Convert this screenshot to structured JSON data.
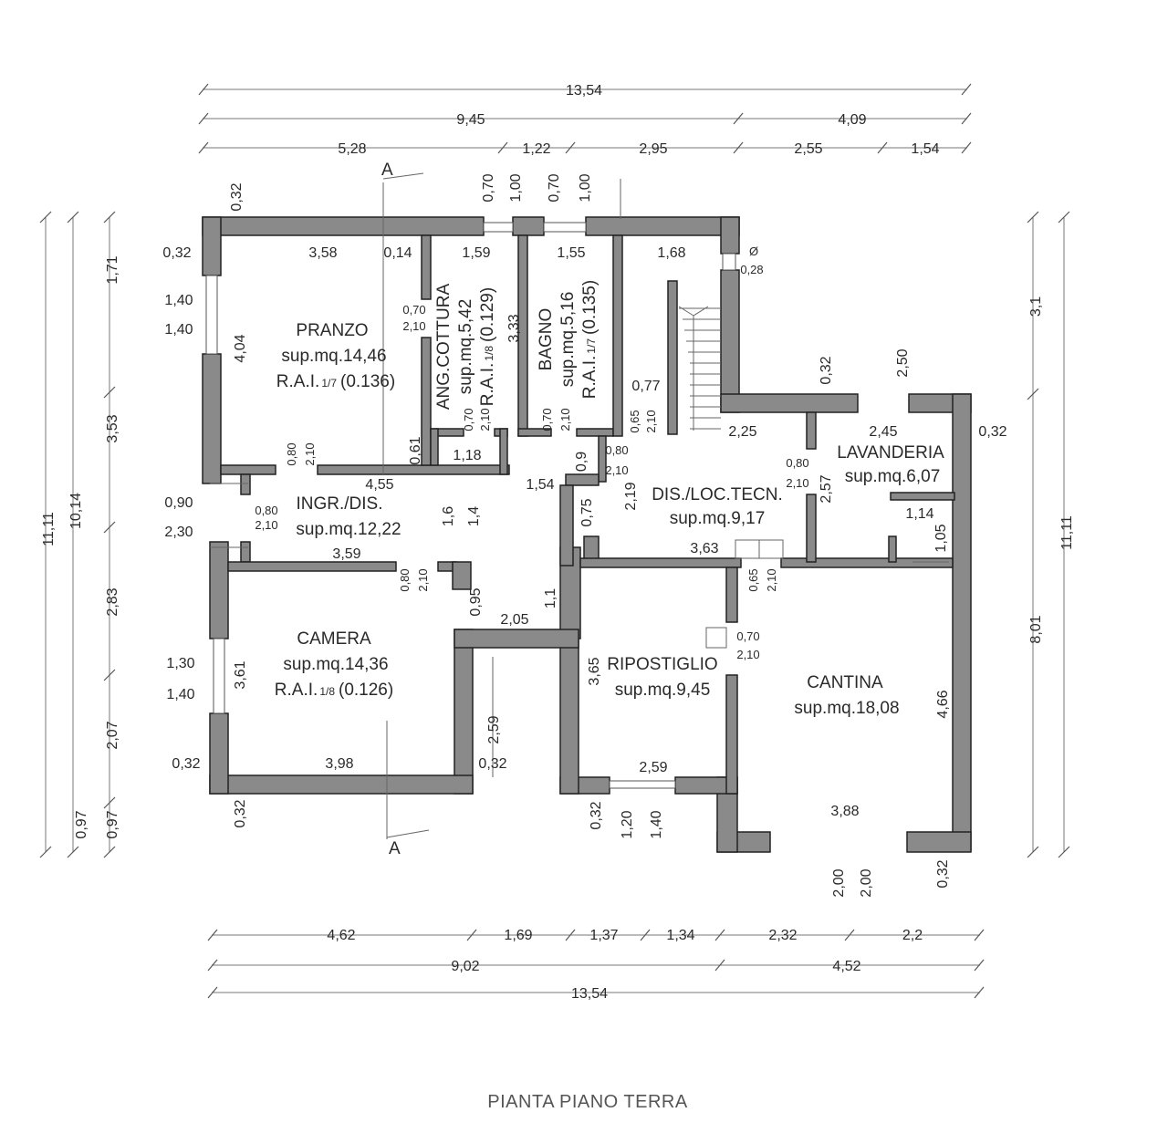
{
  "title": "PIANTA PIANO TERRA",
  "section_marker": "A",
  "rooms": {
    "pranzo": {
      "name": "PRANZO",
      "area": "sup.mq.14,46",
      "rai": "R.A.I.",
      "rai_frac": "1/7",
      "rai_val": "(0.136)"
    },
    "angcottura": {
      "name": "ANG.COTTURA",
      "area": "sup.mq.5,42",
      "rai": "R.A.I.",
      "rai_frac": "1/8",
      "rai_val": "(0.129)"
    },
    "bagno": {
      "name": "BAGNO",
      "area": "sup.mq.5,16",
      "rai": "R.A.I.",
      "rai_frac": "1/7",
      "rai_val": "(0.135)"
    },
    "ingr": {
      "name": "INGR./DIS.",
      "area": "sup.mq.12,22"
    },
    "dis": {
      "name": "DIS./LOC.TECN.",
      "area": "sup.mq.9,17"
    },
    "lavanderia": {
      "name": "LAVANDERIA",
      "area": "sup.mq.6,07"
    },
    "camera": {
      "name": "CAMERA",
      "area": "sup.mq.14,36",
      "rai": "R.A.I.",
      "rai_frac": "1/8",
      "rai_val": "(0.126)"
    },
    "ripostiglio": {
      "name": "RIPOSTIGLIO",
      "area": "sup.mq.9,45"
    },
    "cantina": {
      "name": "CANTINA",
      "area": "sup.mq.18,08"
    }
  },
  "dims_top": {
    "total": "13,54",
    "row2": [
      "9,45",
      "4,09"
    ],
    "row3": [
      "5,28",
      "1,22",
      "2,95",
      "2,55",
      "1,54"
    ]
  },
  "dims_bottom": {
    "row1": [
      "4,62",
      "1,69",
      "1,37",
      "1,34",
      "2,32",
      "2,2"
    ],
    "row2": [
      "9,02",
      "4,52"
    ],
    "total": "13,54"
  },
  "dims_left": {
    "outer": "11,11",
    "mid": "10,14",
    "inner": [
      "1,71",
      "3,53",
      "2,83",
      "2,07",
      "0,97"
    ],
    "inner2": "0,97"
  },
  "dims_right": {
    "outer": "11,11",
    "inner": [
      "3,1",
      "8,01"
    ]
  },
  "labels": {
    "l032a": "0,32",
    "l032b": "0,32",
    "l032c": "0,32",
    "l032d": "0,32",
    "l032e": "0,32",
    "l032f": "0,32",
    "l032g": "0,32",
    "l032h": "0,32",
    "l032i": "0,32",
    "l140a": "1,40",
    "l140b": "1,40",
    "l140c": "1,40",
    "l140d": "1,40",
    "l130": "1,30",
    "l120": "1,20",
    "l090": "0,90",
    "l230": "2,30",
    "l358": "3,58",
    "l014": "0,14",
    "l159": "1,59",
    "l155": "1,55",
    "l168": "1,68",
    "l028": "0,28",
    "diam": "Ø",
    "l404": "4,04",
    "l333": "3,33",
    "l077": "0,77",
    "l225": "2,25",
    "l245": "2,45",
    "l061": "0,61",
    "l118": "1,18",
    "l455": "4,55",
    "l154": "1,54",
    "l09": "0,9",
    "l219": "2,19",
    "l257": "2,57",
    "l075": "0,75",
    "l16": "1,6",
    "l14": "1,4",
    "l359": "3,59",
    "l363": "3,63",
    "l114": "1,14",
    "l105": "1,05",
    "l095": "0,95",
    "l205": "2,05",
    "l11": "1,1",
    "l361": "3,61",
    "l365": "3,65",
    "l466": "4,66",
    "l259a": "2,59",
    "l259b": "2,59",
    "l398": "3,98",
    "l388": "3,88",
    "l200a": "2,00",
    "l200b": "2,00",
    "l250": "2,50",
    "d070a": "0,70",
    "d100a": "1,00",
    "d070b": "0,70",
    "d100b": "1,00",
    "o070": "0,70",
    "o210a": "2,10",
    "o080a": "0,80",
    "o210b": "2,10",
    "o070b": "0,70",
    "o210c": "2,10",
    "o070c": "0,70",
    "o210d": "2,10",
    "o065a": "0,65",
    "o210e": "2,10",
    "o080b": "0,80",
    "o210f": "2,10",
    "o080c": "0,80",
    "o210g": "2,10",
    "o080d": "0,80",
    "o210h": "2,10",
    "o080e": "0,80",
    "o210i": "2,10",
    "o065b": "0,65",
    "o210j": "2,10",
    "o070d": "0,70",
    "o210k": "2,10"
  }
}
